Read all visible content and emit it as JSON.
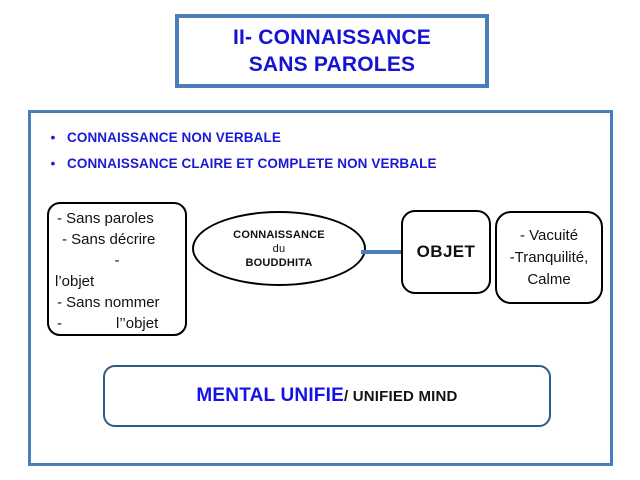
{
  "slide": {
    "title": {
      "lines": [
        "II- CONNAISSANCE",
        "SANS PAROLES"
      ]
    },
    "bullets": [
      {
        "marker": "•",
        "text": "CONNAISSANCE NON VERBALE"
      },
      {
        "marker": "•",
        "text": "CONNAISSANCE CLAIRE ET COMPLETE NON VERBALE"
      }
    ],
    "left_box": {
      "lines": [
        "- Sans paroles",
        "-  Sans décrire",
        "-",
        "l’objet",
        "- Sans nommer",
        "-",
        "l’’objet"
      ]
    },
    "ellipse": {
      "line1": "CONNAISSANCE",
      "line2": "du",
      "line3": "BOUDDHITA"
    },
    "arrow": {
      "name": "arrow-right",
      "color": "#4A7EBB"
    },
    "objet_box": {
      "label": "OBJET"
    },
    "right_box": {
      "lines": [
        "- Vacuité",
        "-Tranquilité,",
        "Calme"
      ]
    },
    "mental_box": {
      "french": "MENTAL UNIFIE",
      "english": "/ UNIFIED MIND"
    },
    "colors": {
      "title_text": "#1414D2",
      "frame_border": "#4A7EBB",
      "bullet_text": "#1A1AD6",
      "shape_border": "#000000",
      "mental_border": "#2E5A87",
      "mental_french": "#1414E6",
      "background": "#FFFFFF"
    }
  }
}
